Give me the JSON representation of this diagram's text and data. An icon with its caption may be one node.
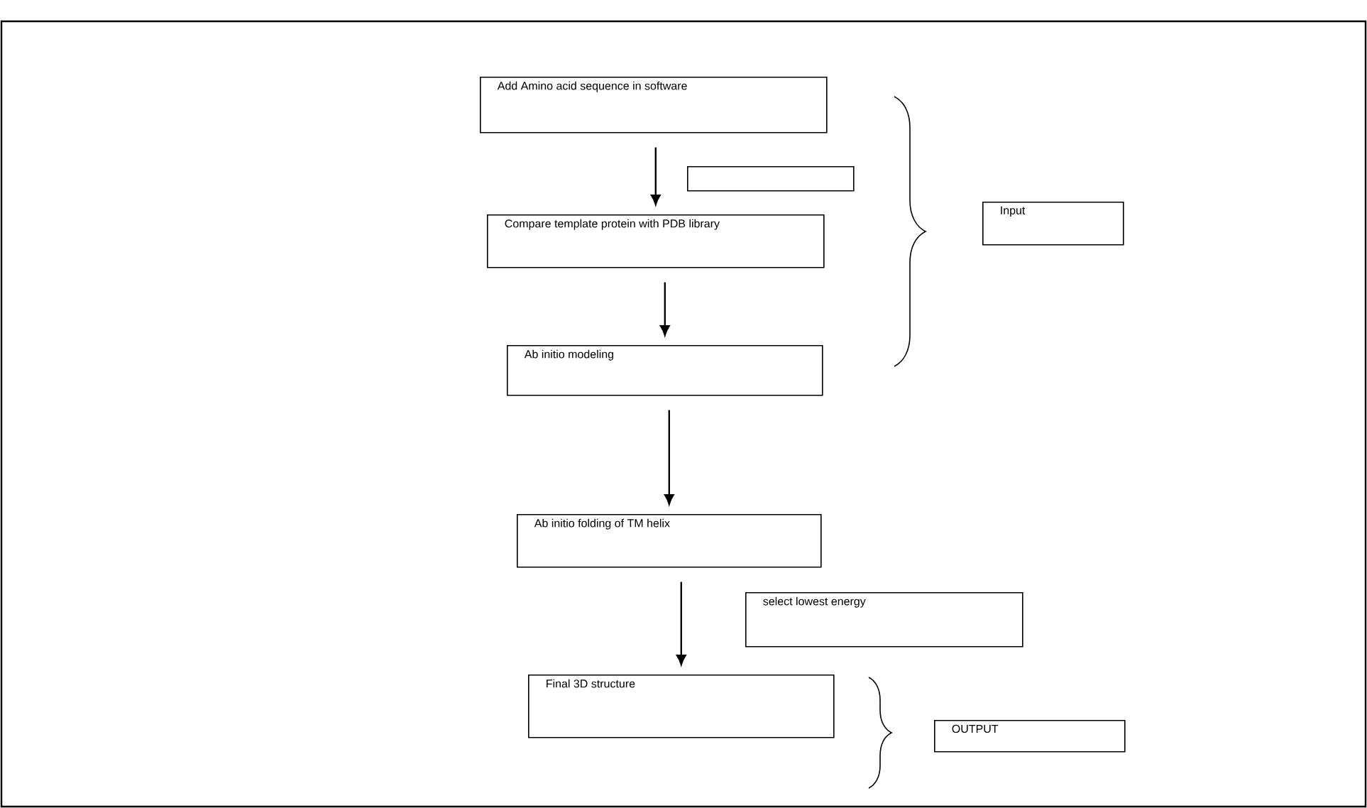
{
  "diagram": {
    "nodes": [
      {
        "text": [
          "Add Amino acid sequence in software"
        ]
      },
      {
        "text": [],
        "shape": "box"
      },
      {
        "text": [
          "Compare template protein with PDB library"
        ]
      },
      {
        "text": [
          "Ab initio modeling"
        ]
      },
      {
        "text": [
          "Input"
        ]
      },
      {
        "text": [
          "Ab initio folding of TM helix"
        ]
      },
      {
        "text": [
          "select lowest energy"
        ]
      },
      {
        "text": [
          "Final 3D structure"
        ]
      },
      {
        "text": [
          "OUTPUT"
        ]
      }
    ],
    "edges": [
      {
        "from": 0,
        "to": 2,
        "arrow": "to"
      },
      {
        "from": 2,
        "to": 3,
        "arrow": "to"
      },
      {
        "from": 3,
        "to": 5,
        "arrow": "to"
      },
      {
        "from": 5,
        "to": 7,
        "arrow": "to"
      }
    ]
  }
}
